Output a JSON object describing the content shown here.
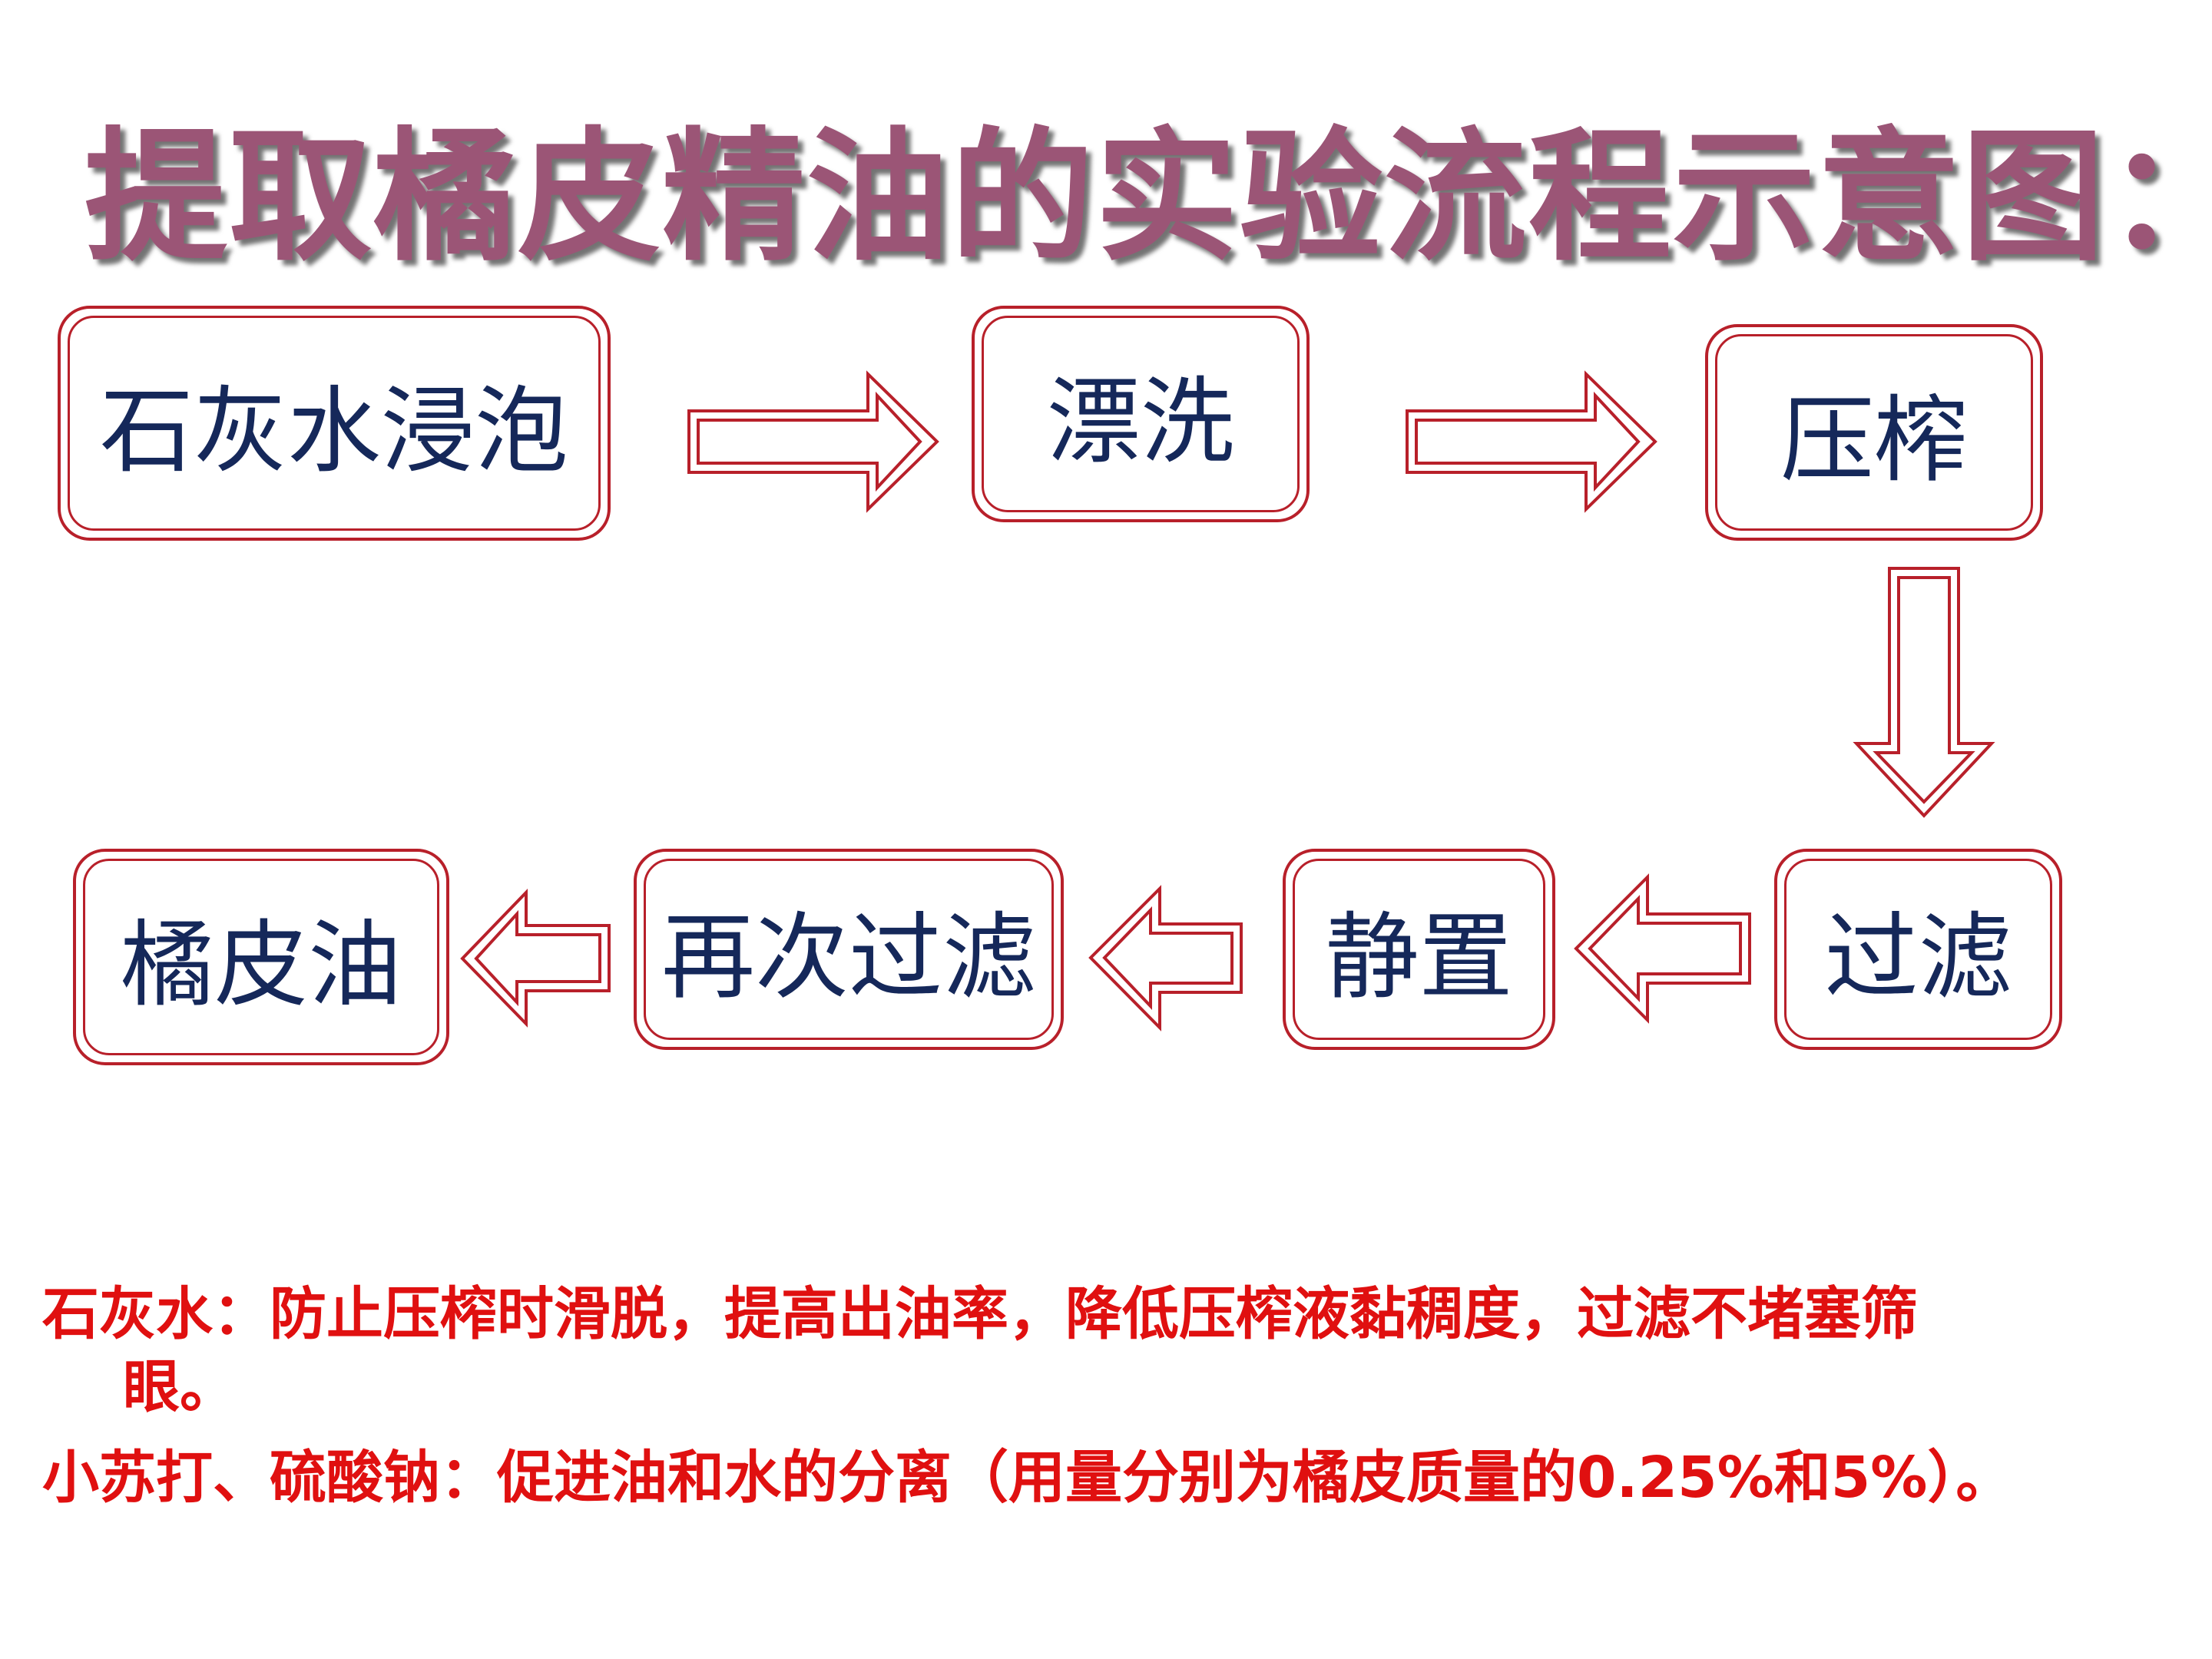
{
  "title": "提取橘皮精油的实验流程示意图：",
  "steps": [
    {
      "label": "石灰水浸泡"
    },
    {
      "label": "漂洗"
    },
    {
      "label": "压榨"
    },
    {
      "label": "过滤"
    },
    {
      "label": "静置"
    },
    {
      "label": "再次过滤"
    },
    {
      "label": "橘皮油"
    }
  ],
  "notes": {
    "note1_line1": "石灰水：防止压榨时滑脱，提高出油率，降低压榨液黏稠度，过滤不堵塞筛",
    "note1_line2": "眼。",
    "note2": "小苏打、硫酸钠：促进油和水的分离（用量分别为橘皮质量的0.25%和5%）。"
  },
  "colors": {
    "title": "#9b5576",
    "box_border": "#b8202a",
    "arrow_border": "#b8202a",
    "step_text": "#15285a",
    "note_text": "#e01010"
  }
}
